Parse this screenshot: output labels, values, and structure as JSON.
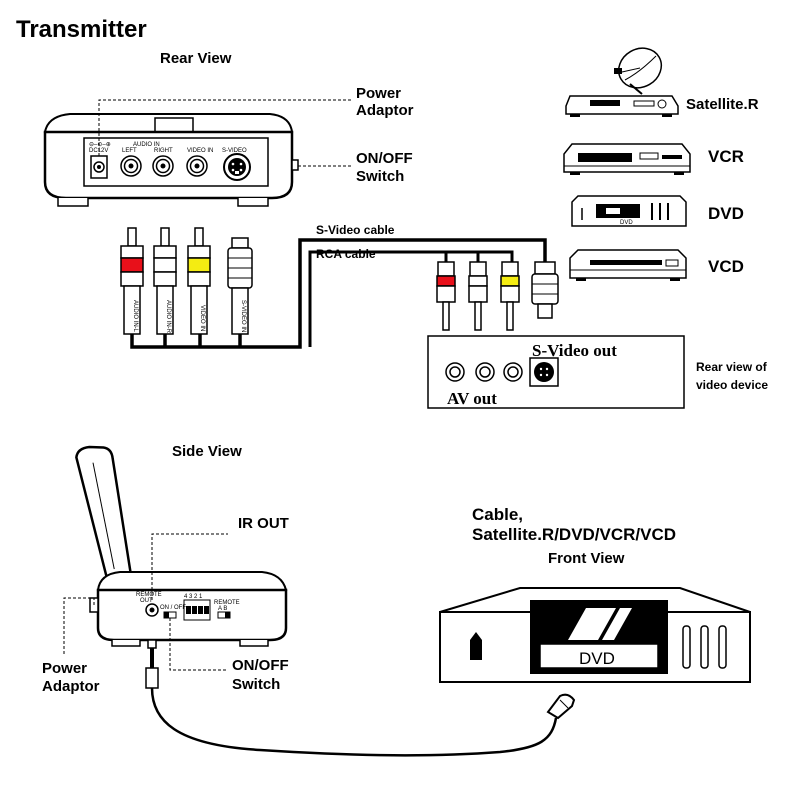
{
  "title": "Transmitter",
  "rear_view": {
    "label": "Rear View",
    "ports": {
      "dc": "DC12V",
      "audio_in": "AUDIO IN",
      "left": "LEFT",
      "right": "RIGHT",
      "video_in": "VIDEO IN",
      "s_video": "S-VIDEO"
    },
    "power_adaptor": [
      "Power",
      "Adaptor"
    ],
    "switch": [
      "ON/OFF",
      "Switch"
    ],
    "plugs": [
      "AUDIO IN-L",
      "AUDIO IN-R",
      "VIDEO IN",
      "S-VIDEO IN"
    ]
  },
  "cables": {
    "svideo": "S-Video cable",
    "rca": "RCA cable"
  },
  "devices": [
    {
      "name": "Satellite.R",
      "icon": "satellite-receiver-icon"
    },
    {
      "name": "VCR",
      "icon": "vcr-icon"
    },
    {
      "name": "DVD",
      "icon": "dvd-player-icon",
      "badge": "DVD"
    },
    {
      "name": "VCD",
      "icon": "vcd-player-icon"
    }
  ],
  "device_rear": {
    "svideo_out": "S-Video out",
    "av_out": "AV out",
    "caption": [
      "Rear view of",
      "video device"
    ]
  },
  "side_view": {
    "label": "Side View",
    "ir_out": "IR OUT",
    "remote_out": [
      "REMOTE",
      "OUT"
    ],
    "on_off": "ON / OFF",
    "channels": "4 3 2 1",
    "remote_ab": [
      "REMOTE",
      "A  B"
    ],
    "power_adaptor": [
      "Power",
      "Adaptor"
    ],
    "switch": [
      "ON/OFF",
      "Switch"
    ]
  },
  "front_view": {
    "title": [
      "Cable,",
      "Satellite.R/DVD/VCR/VCD"
    ],
    "label": "Front View",
    "badge": "DVD"
  },
  "colors": {
    "red": "#e8101a",
    "yellow": "#f4ec12",
    "black": "#000000",
    "grey": "#cccccc"
  }
}
